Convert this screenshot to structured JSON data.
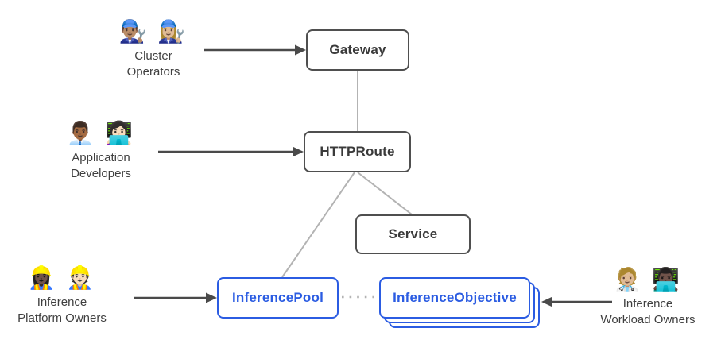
{
  "colors": {
    "accent": "#2b5ce2",
    "node_border": "#4f4f4f",
    "node_text": "#3a3a3a",
    "label_text": "#3f3f3f",
    "connector": "#b3b3b3",
    "arrow": "#4a4a4a",
    "bg": "#ffffff"
  },
  "nodes": [
    {
      "id": "gateway",
      "label": "Gateway"
    },
    {
      "id": "httproute",
      "label": "HTTPRoute"
    },
    {
      "id": "service",
      "label": "Service"
    },
    {
      "id": "inference-pool",
      "label": "InferencePool"
    },
    {
      "id": "inference-objective",
      "label": "InferenceObjective"
    }
  ],
  "actors": [
    {
      "id": "cluster-operators",
      "emoji": "👨🏽‍🔧 👩🏼‍🔧",
      "label_line1": "Cluster",
      "label_line2": "Operators"
    },
    {
      "id": "application-developers",
      "emoji": "👨🏾‍💼 👩🏻‍💻",
      "label_line1": "Application",
      "label_line2": "Developers"
    },
    {
      "id": "inference-platform-owners",
      "emoji": "👷🏿‍♀️ 👷🏻",
      "label_line1": "Inference",
      "label_line2": "Platform Owners"
    },
    {
      "id": "inference-workload-owners",
      "emoji": "🧑🏼‍⚕️ 👨🏿‍💻",
      "label_line1": "Inference",
      "label_line2": "Workload Owners"
    }
  ],
  "edges": [
    {
      "from": "gateway",
      "to": "httproute",
      "style": "solid"
    },
    {
      "from": "httproute",
      "to": "service",
      "style": "solid"
    },
    {
      "from": "httproute",
      "to": "inference-pool",
      "style": "solid"
    },
    {
      "from": "inference-pool",
      "to": "inference-objective",
      "style": "dotted"
    },
    {
      "from": "cluster-operators",
      "to": "gateway",
      "style": "arrow"
    },
    {
      "from": "application-developers",
      "to": "httproute",
      "style": "arrow"
    },
    {
      "from": "inference-platform-owners",
      "to": "inference-pool",
      "style": "arrow"
    },
    {
      "from": "inference-workload-owners",
      "to": "inference-objective",
      "style": "arrow"
    }
  ]
}
